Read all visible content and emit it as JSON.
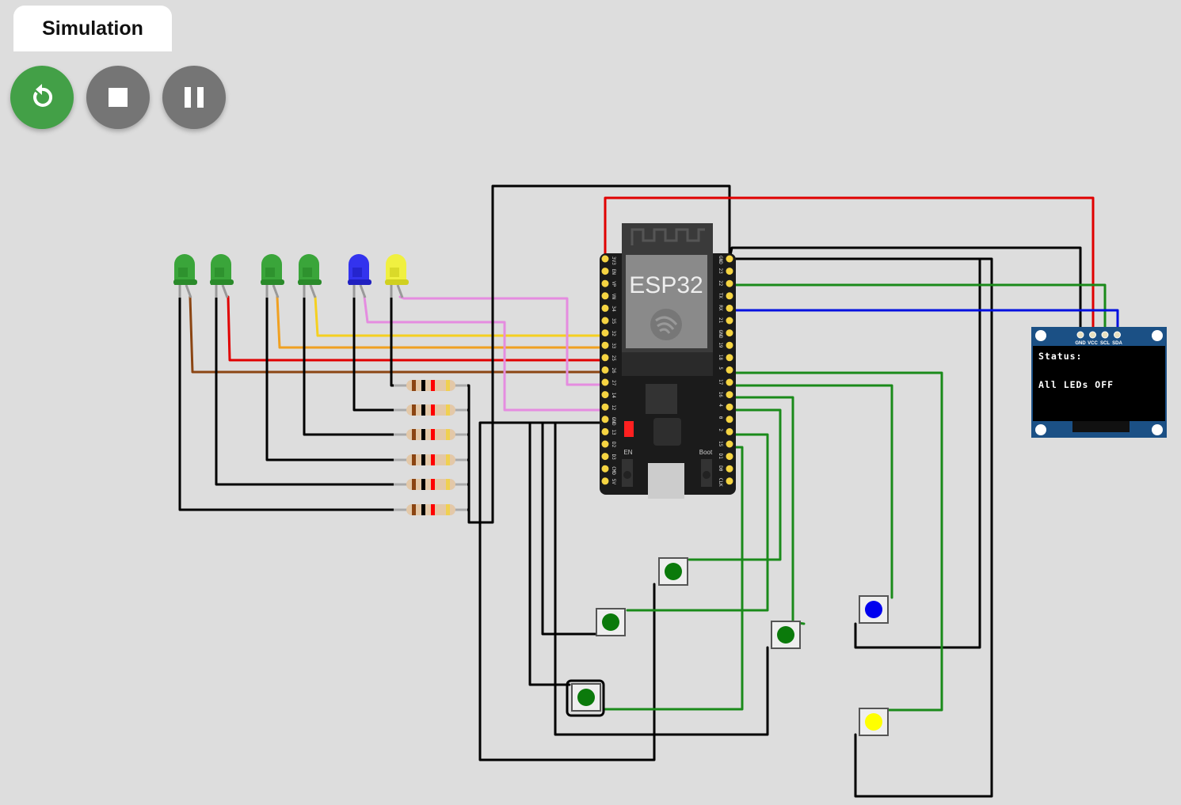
{
  "tab": {
    "label": "Simulation"
  },
  "controls": {
    "restart": {
      "icon": "restart-icon",
      "label": "Restart simulation",
      "color": "#43a047"
    },
    "stop": {
      "icon": "stop-icon",
      "label": "Stop simulation",
      "color": "#757575"
    },
    "pause": {
      "icon": "pause-icon",
      "label": "Pause simulation",
      "color": "#757575"
    }
  },
  "esp32": {
    "label": "ESP32",
    "left_pins": [
      "3V3",
      "EN",
      "VP",
      "VN",
      "34",
      "35",
      "32",
      "33",
      "25",
      "26",
      "27",
      "14",
      "12",
      "GND",
      "13",
      "D2",
      "D3",
      "CMD",
      "5V"
    ],
    "right_pins": [
      "GND",
      "23",
      "22",
      "TX",
      "RX",
      "21",
      "GND",
      "19",
      "18",
      "5",
      "17",
      "16",
      "4",
      "0",
      "2",
      "15",
      "D1",
      "D0",
      "CLK"
    ],
    "en_label": "EN",
    "boot_label": "Boot"
  },
  "oled": {
    "pins": [
      "GND",
      "VCC",
      "SCL",
      "SDA"
    ],
    "line1": "Status:",
    "line2": "All LEDs OFF"
  },
  "leds": [
    {
      "color": "green"
    },
    {
      "color": "green"
    },
    {
      "color": "green"
    },
    {
      "color": "green"
    },
    {
      "color": "blue"
    },
    {
      "color": "yellow"
    }
  ],
  "resistors": {
    "count": 6,
    "bands": [
      "#8B4513",
      "#000000",
      "#ff0000",
      "#f0d050"
    ]
  },
  "buttons": [
    {
      "color": "green"
    },
    {
      "color": "green"
    },
    {
      "color": "green"
    },
    {
      "color": "green"
    },
    {
      "color": "blue"
    },
    {
      "color": "yellow"
    }
  ],
  "wire_colors": {
    "black": "#000000",
    "red": "#e00000",
    "green": "#1a8a1a",
    "blue": "#0010e0",
    "yellow": "#f5d020",
    "orange": "#f0a020",
    "brown": "#8b4513",
    "pink": "#e58ce0"
  }
}
